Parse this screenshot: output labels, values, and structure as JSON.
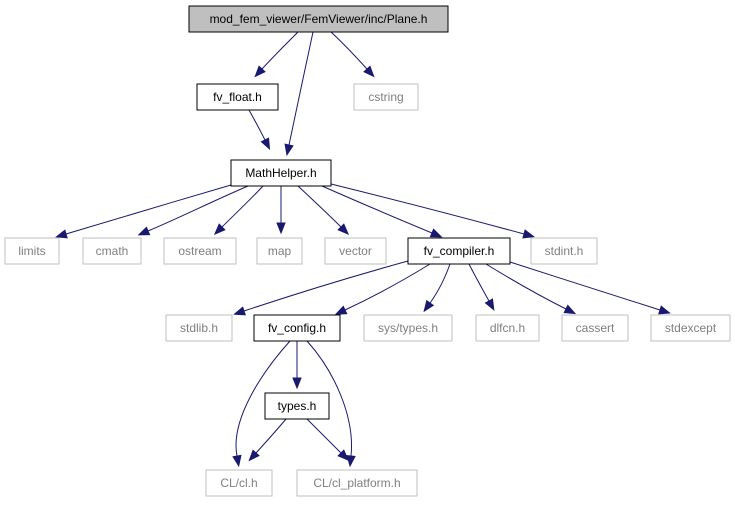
{
  "graph": {
    "nodes": [
      {
        "id": "plane",
        "label": "mod_fem_viewer/FemViewer/inc/Plane.h",
        "kind": "root"
      },
      {
        "id": "fv_float",
        "label": "fv_float.h",
        "kind": "documented"
      },
      {
        "id": "cstring",
        "label": "cstring",
        "kind": "external"
      },
      {
        "id": "mathhelper",
        "label": "MathHelper.h",
        "kind": "documented"
      },
      {
        "id": "limits",
        "label": "limits",
        "kind": "external"
      },
      {
        "id": "cmath",
        "label": "cmath",
        "kind": "external"
      },
      {
        "id": "ostream",
        "label": "ostream",
        "kind": "external"
      },
      {
        "id": "map",
        "label": "map",
        "kind": "external"
      },
      {
        "id": "vector",
        "label": "vector",
        "kind": "external"
      },
      {
        "id": "fv_compiler",
        "label": "fv_compiler.h",
        "kind": "documented"
      },
      {
        "id": "stdint",
        "label": "stdint.h",
        "kind": "external"
      },
      {
        "id": "stdlib",
        "label": "stdlib.h",
        "kind": "external"
      },
      {
        "id": "fv_config",
        "label": "fv_config.h",
        "kind": "documented"
      },
      {
        "id": "systypes",
        "label": "sys/types.h",
        "kind": "external"
      },
      {
        "id": "dlfcn",
        "label": "dlfcn.h",
        "kind": "external"
      },
      {
        "id": "cassert",
        "label": "cassert",
        "kind": "external"
      },
      {
        "id": "stdexcept",
        "label": "stdexcept",
        "kind": "external"
      },
      {
        "id": "types",
        "label": "types.h",
        "kind": "documented"
      },
      {
        "id": "clcl",
        "label": "CL/cl.h",
        "kind": "external"
      },
      {
        "id": "clplatform",
        "label": "CL/cl_platform.h",
        "kind": "external"
      }
    ],
    "edges": [
      {
        "from": "plane",
        "to": "fv_float"
      },
      {
        "from": "plane",
        "to": "mathhelper"
      },
      {
        "from": "plane",
        "to": "cstring"
      },
      {
        "from": "fv_float",
        "to": "mathhelper"
      },
      {
        "from": "mathhelper",
        "to": "limits"
      },
      {
        "from": "mathhelper",
        "to": "cmath"
      },
      {
        "from": "mathhelper",
        "to": "ostream"
      },
      {
        "from": "mathhelper",
        "to": "map"
      },
      {
        "from": "mathhelper",
        "to": "vector"
      },
      {
        "from": "mathhelper",
        "to": "fv_compiler"
      },
      {
        "from": "mathhelper",
        "to": "stdint"
      },
      {
        "from": "fv_compiler",
        "to": "stdlib"
      },
      {
        "from": "fv_compiler",
        "to": "fv_config"
      },
      {
        "from": "fv_compiler",
        "to": "systypes"
      },
      {
        "from": "fv_compiler",
        "to": "dlfcn"
      },
      {
        "from": "fv_compiler",
        "to": "cassert"
      },
      {
        "from": "fv_compiler",
        "to": "stdexcept"
      },
      {
        "from": "fv_config",
        "to": "types"
      },
      {
        "from": "fv_config",
        "to": "clcl"
      },
      {
        "from": "fv_config",
        "to": "clplatform"
      },
      {
        "from": "types",
        "to": "clcl"
      },
      {
        "from": "types",
        "to": "clplatform"
      }
    ],
    "colors": {
      "edge": "#191970",
      "root_fill": "#bfbfbf",
      "documented_border": "#000000",
      "external_border": "#bfbfbf",
      "external_text": "#7f7f7f"
    }
  }
}
